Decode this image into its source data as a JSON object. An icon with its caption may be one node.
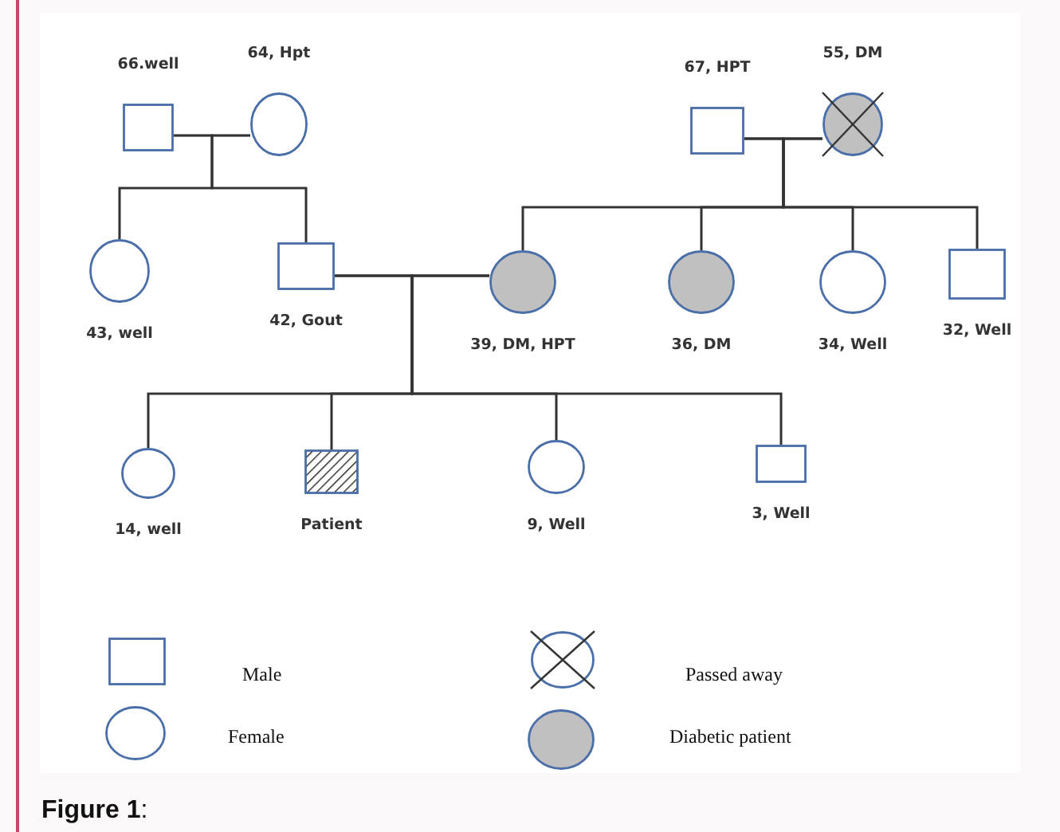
{
  "diagram": {
    "caption": "**Figure 1**:",
    "nodes": [
      {
        "text": [],
        "shape": "box",
        "beside": [
          "66.well"
        ]
      },
      {
        "text": [],
        "shape": "circle",
        "beside": [
          "64, Hpt"
        ]
      },
      {
        "text": [],
        "shape": "box",
        "beside": [
          "67, HPT"
        ]
      },
      {
        "text": [],
        "shape": "circle",
        "beside": [
          "55, DM"
        ]
      },
      {
        "text": [],
        "shape": "circle",
        "beside": [
          "43, well"
        ]
      },
      {
        "text": [],
        "shape": "box",
        "beside": [
          "42, Gout"
        ]
      },
      {
        "text": [],
        "shape": "circle",
        "beside": [
          "39, DM, HPT"
        ]
      },
      {
        "text": [],
        "shape": "circle",
        "beside": [
          "36, DM"
        ]
      },
      {
        "text": [],
        "shape": "circle",
        "beside": [
          "34, Well"
        ]
      },
      {
        "text": [],
        "shape": "box",
        "beside": [
          "32, Well"
        ]
      },
      {
        "text": [],
        "shape": "circle",
        "beside": [
          "14, well"
        ]
      },
      {
        "text": [],
        "shape": "box",
        "beside": [
          "Patient"
        ]
      },
      {
        "text": [],
        "shape": "circle",
        "beside": [
          "9, Well"
        ]
      },
      {
        "text": [],
        "shape": "box",
        "beside": [
          "3, Well"
        ]
      }
    ],
    "edges": [
      {
        "from": 0,
        "to": 1,
        "arrow": "none"
      },
      {
        "from": 2,
        "to": 3,
        "arrow": "none"
      },
      {
        "from": 0,
        "to": 4,
        "arrow": "none"
      },
      {
        "from": 1,
        "to": 4,
        "arrow": "none"
      },
      {
        "from": 0,
        "to": 5,
        "arrow": "none"
      },
      {
        "from": 1,
        "to": 5,
        "arrow": "none"
      },
      {
        "from": 5,
        "to": 6,
        "arrow": "none"
      },
      {
        "from": 2,
        "to": 6,
        "arrow": "none"
      },
      {
        "from": 3,
        "to": 6,
        "arrow": "none"
      },
      {
        "from": 2,
        "to": 7,
        "arrow": "none"
      },
      {
        "from": 3,
        "to": 7,
        "arrow": "none"
      },
      {
        "from": 2,
        "to": 8,
        "arrow": "none"
      },
      {
        "from": 3,
        "to": 8,
        "arrow": "none"
      },
      {
        "from": 2,
        "to": 9,
        "arrow": "none"
      },
      {
        "from": 3,
        "to": 9,
        "arrow": "none"
      },
      {
        "from": 5,
        "to": 10,
        "arrow": "none"
      },
      {
        "from": 6,
        "to": 10,
        "arrow": "none"
      },
      {
        "from": 5,
        "to": 11,
        "arrow": "none"
      },
      {
        "from": 6,
        "to": 11,
        "arrow": "none"
      },
      {
        "from": 5,
        "to": 12,
        "arrow": "none"
      },
      {
        "from": 6,
        "to": 12,
        "arrow": "none"
      },
      {
        "from": 5,
        "to": 13,
        "arrow": "none"
      },
      {
        "from": 6,
        "to": 13,
        "arrow": "none"
      }
    ],
    "legend": [
      {
        "text": "Male"
      },
      {
        "text": "Female"
      },
      {
        "text": "Passed away"
      },
      {
        "text": "Diabetic patient"
      }
    ]
  }
}
